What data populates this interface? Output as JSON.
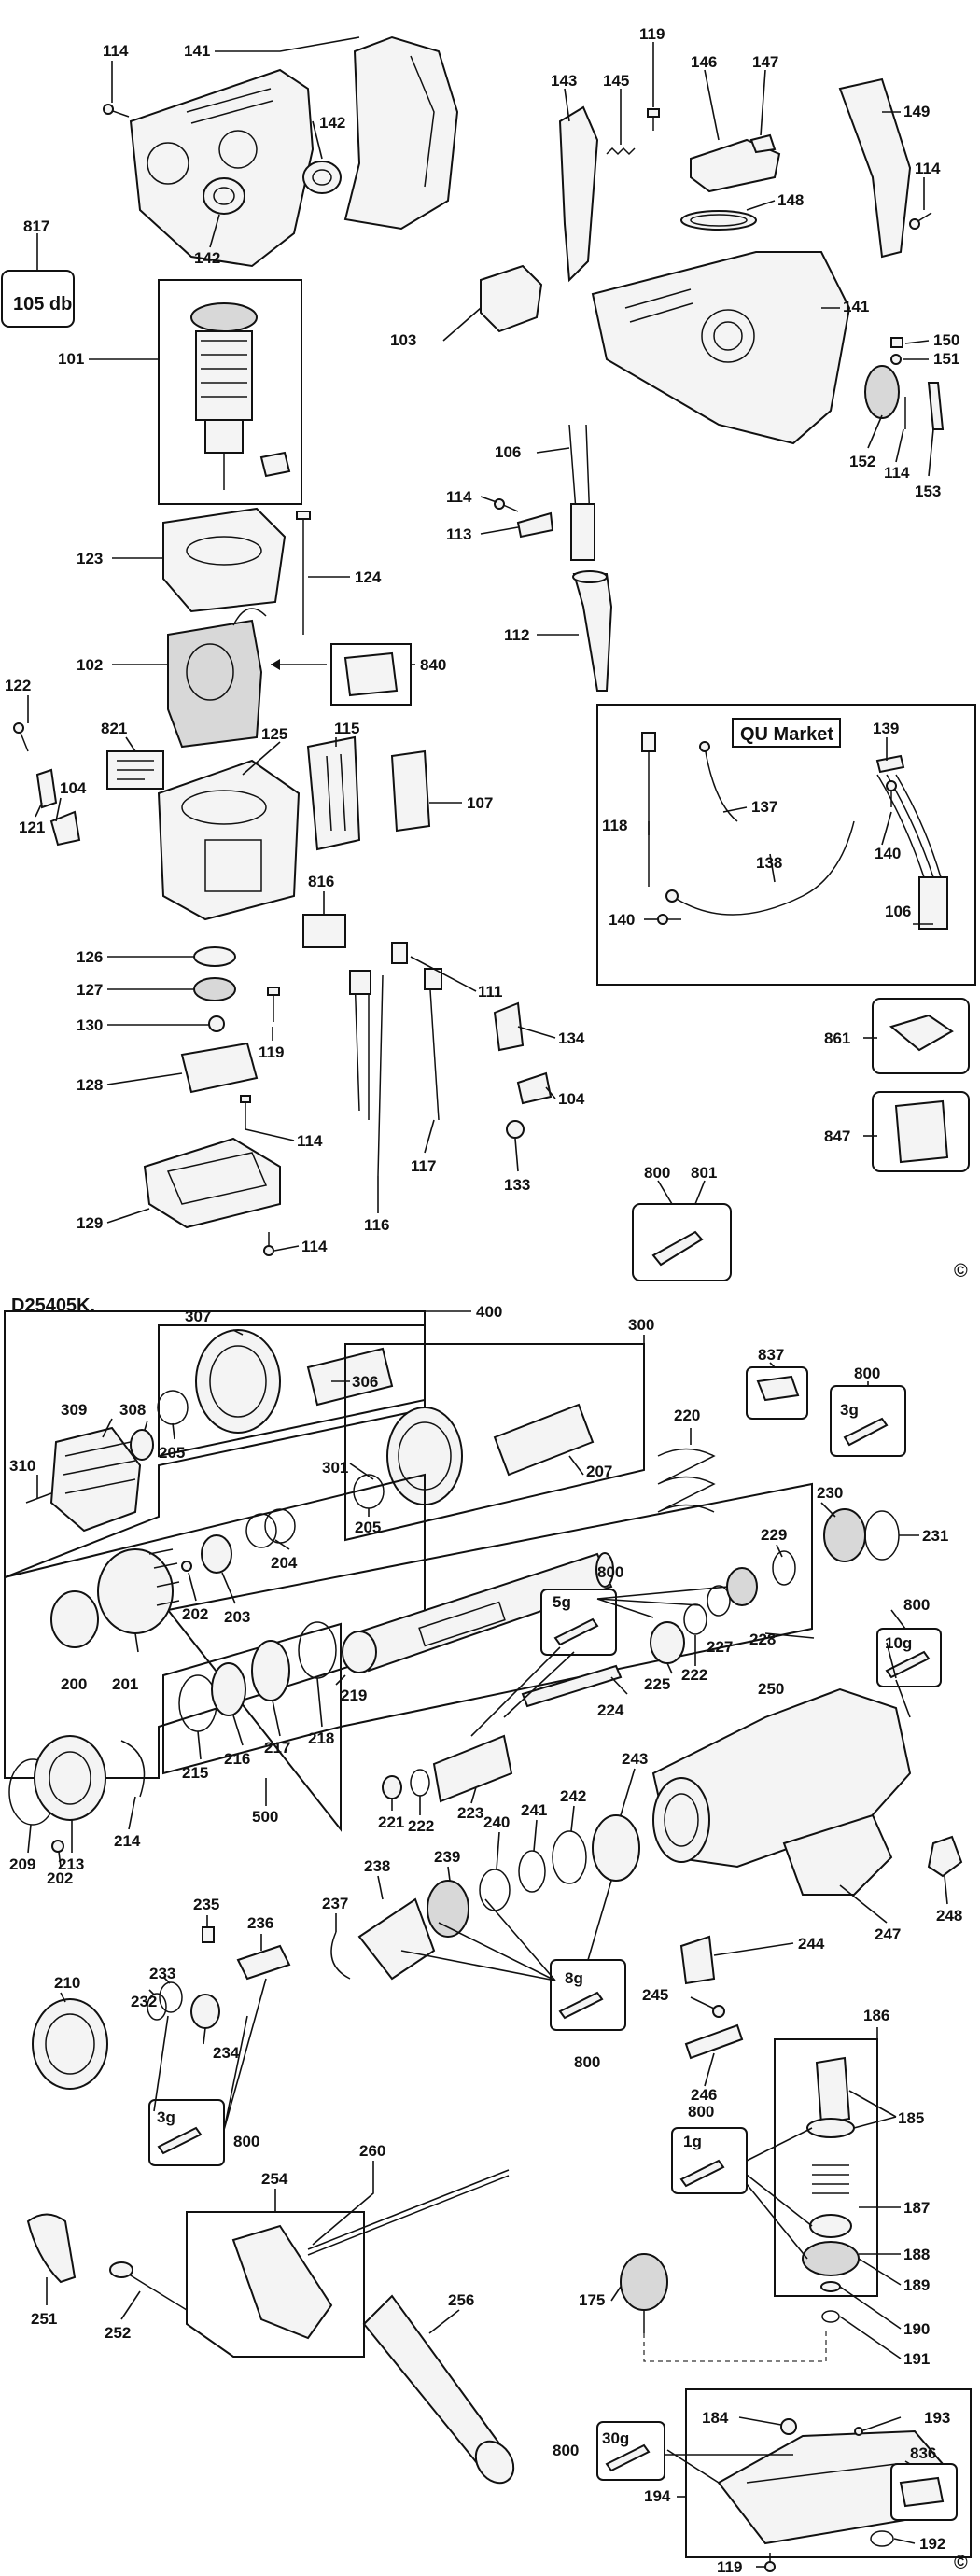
{
  "diagram": {
    "noise_box": "105 db",
    "qu_title": "QU Market",
    "kit_title": "D25405K.",
    "copyright_1": "©",
    "copyright_2": "©",
    "labels": {
      "l114a": "114",
      "l141a": "141",
      "l119a": "119",
      "l143": "143",
      "l145": "145",
      "l146": "146",
      "l147": "147",
      "l149": "149",
      "l142a": "142",
      "l142b": "142",
      "l148": "148",
      "l114b": "114",
      "l817": "817",
      "l141b": "141",
      "l103": "103",
      "l150": "150",
      "l151": "151",
      "l101": "101",
      "l152": "152",
      "l114c": "114",
      "l153": "153",
      "l106a": "106",
      "l114d": "114",
      "l113": "113",
      "l123": "123",
      "l124": "124",
      "l112": "112",
      "l102": "102",
      "l840": "840",
      "l122": "122",
      "l821": "821",
      "l125": "125",
      "l115": "115",
      "l104a": "104",
      "l107": "107",
      "l121": "121",
      "l139": "139",
      "l118": "118",
      "l137": "137",
      "l140a": "140",
      "l138": "138",
      "l140b": "140",
      "l106b": "106",
      "l816": "816",
      "l126": "126",
      "l127": "127",
      "l111": "111",
      "l130": "130",
      "l119b": "119",
      "l134": "134",
      "l861": "861",
      "l128": "128",
      "l104b": "104",
      "l114e": "114",
      "l847": "847",
      "l133": "133",
      "l117": "117",
      "l129": "129",
      "l116": "116",
      "l114f": "114",
      "l800a": "800",
      "l801": "801",
      "l307": "307",
      "l400": "400",
      "l300": "300",
      "l837": "837",
      "l800b": "800",
      "l306": "306",
      "l309": "309",
      "l308": "308",
      "l220": "220",
      "l3g": "3g",
      "l310": "310",
      "l205a": "205",
      "l301": "301",
      "l207": "207",
      "l205b": "205",
      "l230": "230",
      "l231": "231",
      "l229": "229",
      "l204": "204",
      "l202a": "202",
      "l203": "203",
      "l800c": "800",
      "l5g": "5g",
      "l227": "227",
      "l200": "200",
      "l201": "201",
      "l228": "228",
      "l800d": "800",
      "l10g": "10g",
      "l225": "225",
      "l222a": "222",
      "l250": "250",
      "l219": "219",
      "l224": "224",
      "l218": "218",
      "l217": "217",
      "l216": "216",
      "l215": "215",
      "l221": "221",
      "l222b": "222",
      "l223": "223",
      "l500": "500",
      "l243": "243",
      "l242": "242",
      "l241": "241",
      "l240": "240",
      "l209": "209",
      "l213": "213",
      "l214": "214",
      "l202b": "202",
      "l247": "247",
      "l248": "248",
      "l239": "239",
      "l238": "238",
      "l237": "237",
      "l235": "235",
      "l236": "236",
      "l8g": "8g",
      "l244": "244",
      "l210": "210",
      "l233": "233",
      "l232": "232",
      "l234": "234",
      "l245": "245",
      "l186": "186",
      "l800e": "800",
      "l246": "246",
      "l185": "185",
      "l3g2": "3g",
      "l800f": "800",
      "l800g": "800",
      "l1g": "1g",
      "l187": "187",
      "l260": "260",
      "l254": "254",
      "l188": "188",
      "l189": "189",
      "l175": "175",
      "l190": "190",
      "l191": "191",
      "l251": "251",
      "l252": "252",
      "l256": "256",
      "l184": "184",
      "l193": "193",
      "l800h": "800",
      "l30g": "30g",
      "l836": "836",
      "l194": "194",
      "l192": "192",
      "l119c": "119"
    }
  }
}
